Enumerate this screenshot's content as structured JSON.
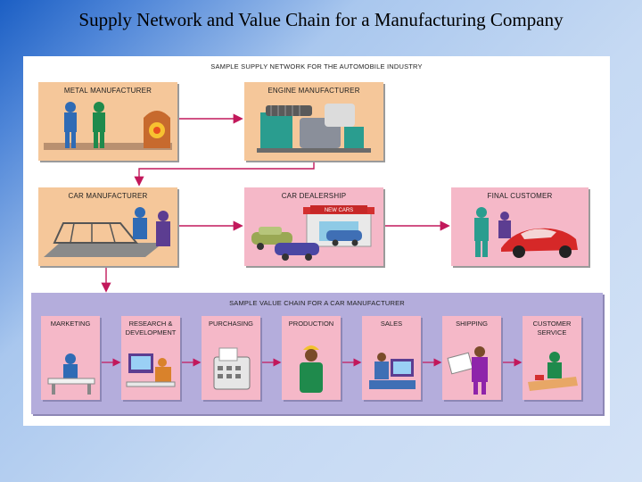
{
  "slide": {
    "title": "Supply Network and Value Chain for a Manufacturing Company"
  },
  "supply_network": {
    "title": "SAMPLE SUPPLY NETWORK FOR THE AUTOMOBILE INDUSTRY",
    "nodes": {
      "metal": "METAL MANUFACTURER",
      "engine": "ENGINE MANUFACTURER",
      "car": "CAR MANUFACTURER",
      "dealer": "CAR DEALERSHIP",
      "customer": "FINAL CUSTOMER"
    },
    "dealership_sign": "NEW CARS"
  },
  "value_chain": {
    "title": "SAMPLE VALUE CHAIN FOR A CAR MANUFACTURER",
    "steps": [
      {
        "line1": "MARKETING",
        "line2": ""
      },
      {
        "line1": "RESEARCH &",
        "line2": "DEVELOPMENT"
      },
      {
        "line1": "PURCHASING",
        "line2": ""
      },
      {
        "line1": "PRODUCTION",
        "line2": ""
      },
      {
        "line1": "SALES",
        "line2": ""
      },
      {
        "line1": "SHIPPING",
        "line2": ""
      },
      {
        "line1": "CUSTOMER",
        "line2": "SERVICE"
      }
    ]
  },
  "colors": {
    "supplier_box": "#f5c79a",
    "downstream_box": "#f5b8c8",
    "value_chain_band": "#b4addc",
    "arrow": "#c2185b"
  }
}
